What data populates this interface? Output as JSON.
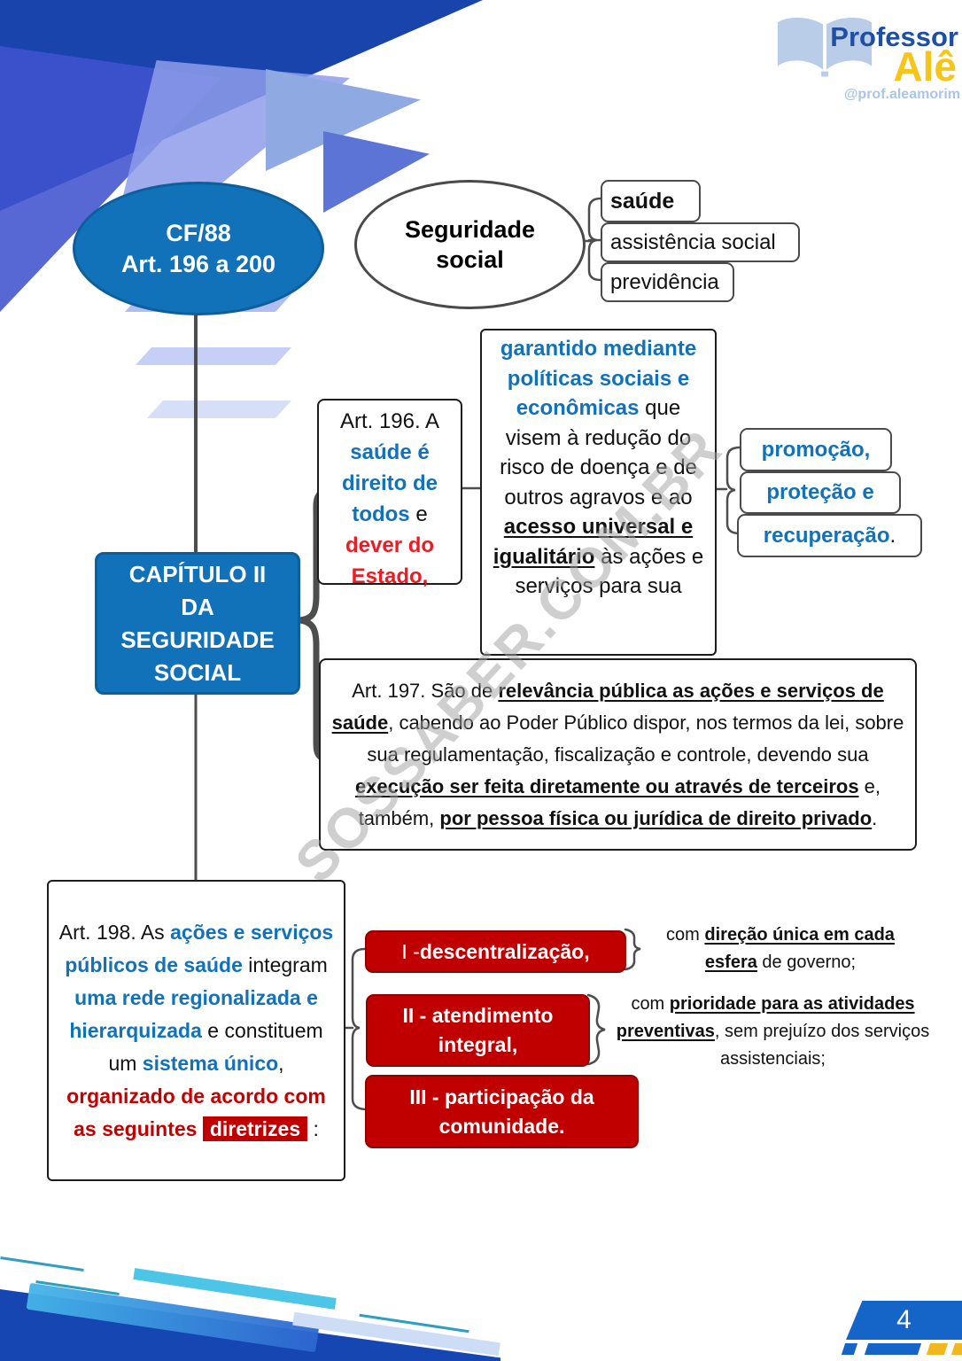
{
  "page": {
    "number": "4"
  },
  "logo": {
    "title": "Professor",
    "name": "Alê",
    "handle": "@prof.aleamorim"
  },
  "watermark": "SOSSABER.COM.BR",
  "colors": {
    "blue": "#1172b9",
    "red_text": "#ec1c24",
    "red_box": "#c00000",
    "yellow": "#f0b81c"
  },
  "nodes": {
    "cf88": {
      "lines": [
        "CF/88",
        "Art. 196 a 200"
      ]
    },
    "seguridade": {
      "label": "Seguridade social"
    },
    "components": [
      {
        "label": "saúde"
      },
      {
        "label": "assistência social"
      },
      {
        "label": "previdência"
      }
    ],
    "capitulo": {
      "lines": [
        "CAPÍTULO II",
        "DA",
        "SEGURIDADE",
        "SOCIAL"
      ]
    },
    "art196": {
      "segments": [
        {
          "t": "Art. 196. A ",
          "s": "k"
        },
        {
          "t": "saúde é direito de todos",
          "s": "blue"
        },
        {
          "t": " e ",
          "s": "k"
        },
        {
          "t": "dever do Estado",
          "s": "red"
        },
        {
          "t": ",",
          "s": "red"
        }
      ]
    },
    "garantido": {
      "segments": [
        {
          "t": "garantido mediante políticas sociais e econômicas",
          "s": "blue"
        },
        {
          "t": " que visem à redução do risco de doença e de outros agravos e ao ",
          "s": "k"
        },
        {
          "t": "acesso universal e igualitário",
          "s": "bu"
        },
        {
          "t": " às ações e serviços para sua",
          "s": "k"
        }
      ]
    },
    "objetivos": [
      {
        "segments": [
          {
            "t": "promoção,",
            "s": "blue"
          }
        ]
      },
      {
        "segments": [
          {
            "t": "proteção e",
            "s": "blue"
          }
        ]
      },
      {
        "segments": [
          {
            "t": "recuperação",
            "s": "blue"
          },
          {
            "t": ".",
            "s": "k"
          }
        ]
      }
    ],
    "art197": {
      "segments": [
        {
          "t": "Art. 197. São de ",
          "s": "k"
        },
        {
          "t": "relevância pública as ações e serviços de saúde",
          "s": "bu"
        },
        {
          "t": ", cabendo ao Poder Público dispor, nos termos da lei, sobre sua regulamentação, fiscalização e controle, devendo sua ",
          "s": "k"
        },
        {
          "t": "execução ser feita diretamente ou através de terceiros",
          "s": "bu"
        },
        {
          "t": " e, também, ",
          "s": "k"
        },
        {
          "t": "por pessoa física ou jurídica de direito privado",
          "s": "bu"
        },
        {
          "t": ".",
          "s": "k"
        }
      ]
    },
    "art198": {
      "segments": [
        {
          "t": "Art. 198. As ",
          "s": "k"
        },
        {
          "t": "ações e serviços públicos de saúde",
          "s": "blue"
        },
        {
          "t": " integram ",
          "s": "k"
        },
        {
          "t": "uma rede regionalizada e hierarquizada",
          "s": "blue"
        },
        {
          "t": " e constituem um ",
          "s": "k"
        },
        {
          "t": "sistema único",
          "s": "blue"
        },
        {
          "t": ", ",
          "s": "k"
        },
        {
          "t": "organizado de acordo com as seguintes ",
          "s": "redtext"
        },
        {
          "t": "diretrizes",
          "s": "hl"
        },
        {
          "t": " :",
          "s": "k"
        }
      ]
    },
    "diretrizes": [
      {
        "segments": [
          {
            "t": "I - ",
            "s": "w"
          },
          {
            "t": "descentralização,",
            "s": "wb"
          }
        ]
      },
      {
        "segments": [
          {
            "t": "II - atendimento integral,",
            "s": "wb"
          }
        ]
      },
      {
        "segments": [
          {
            "t": "III - participação da comunidade.",
            "s": "wb"
          }
        ]
      }
    ],
    "notas": [
      {
        "segments": [
          {
            "t": "com ",
            "s": "k"
          },
          {
            "t": "direção única em cada esfera",
            "s": "bu"
          },
          {
            "t": " de governo;",
            "s": "k"
          }
        ]
      },
      {
        "segments": [
          {
            "t": "com ",
            "s": "k"
          },
          {
            "t": "prioridade para as atividades preventivas",
            "s": "bu"
          },
          {
            "t": ", sem prejuízo dos serviços assistenciais;",
            "s": "k"
          }
        ]
      }
    ]
  }
}
